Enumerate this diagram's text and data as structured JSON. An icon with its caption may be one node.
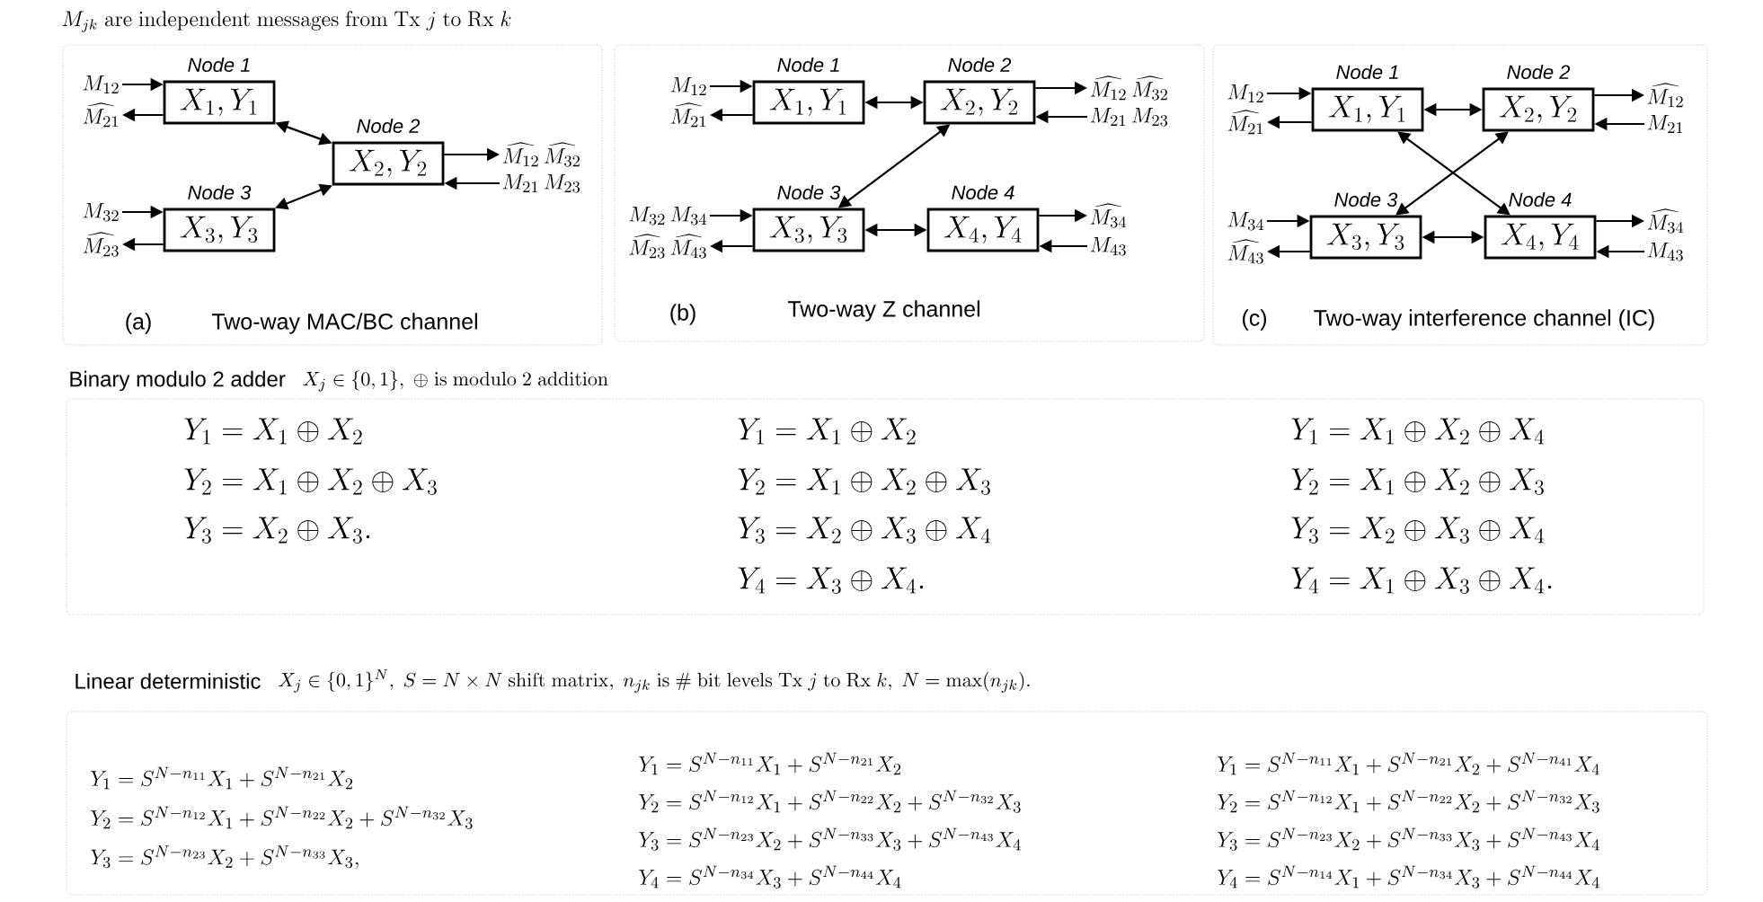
{
  "diagram": {
    "nodes": [
      {
        "text": [
          "(a)",
          "Two-way  MAC/BC channel"
        ]
      },
      {
        "text": [
          "Node 1",
          "X_1, Y_1"
        ],
        "in": 0
      },
      {
        "text": [
          "Node 2",
          "X_2, Y_2"
        ],
        "in": 0
      },
      {
        "text": [
          "Node 3",
          "X_3, Y_3"
        ],
        "in": 0
      },
      {
        "text": [
          "M_{12}"
        ],
        "in": 0
      },
      {
        "text": [
          "\\widehat{M_{21}}"
        ],
        "in": 0
      },
      {
        "text": [
          "\\widehat{M_{12}}\\,\\widehat{M_{32}}"
        ],
        "in": 0
      },
      {
        "text": [
          "M_{21}\\,M_{23}"
        ],
        "in": 0
      },
      {
        "text": [
          "M_{32}"
        ],
        "in": 0
      },
      {
        "text": [
          "\\widehat{M_{23}}"
        ],
        "in": 0
      },
      {
        "text": [
          "(b)",
          "Two-way Z channel"
        ]
      },
      {
        "text": [
          "Node 1",
          "X_1, Y_1"
        ],
        "in": 10
      },
      {
        "text": [
          "Node 2",
          "X_2, Y_2"
        ],
        "in": 10
      },
      {
        "text": [
          "Node 3",
          "X_3, Y_3"
        ],
        "in": 10
      },
      {
        "text": [
          "Node 4",
          "X_4, Y_4"
        ],
        "in": 10
      },
      {
        "text": [
          "M_{12}"
        ],
        "in": 10
      },
      {
        "text": [
          "\\widehat{M_{21}}"
        ],
        "in": 10
      },
      {
        "text": [
          "\\widehat{M_{12}}\\,\\widehat{M_{32}}"
        ],
        "in": 10
      },
      {
        "text": [
          "M_{21}\\,M_{23}"
        ],
        "in": 10
      },
      {
        "text": [
          "M_{32}\\,M_{34}"
        ],
        "in": 10
      },
      {
        "text": [
          "\\widehat{M_{23}}\\,\\widehat{M_{43}}"
        ],
        "in": 10
      },
      {
        "text": [
          "\\widehat{M_{34}}"
        ],
        "in": 10
      },
      {
        "text": [
          "M_{43}"
        ],
        "in": 10
      },
      {
        "text": [
          "(c)",
          "Two-way interference channel (IC)"
        ]
      },
      {
        "text": [
          "Node 1",
          "X_1, Y_1"
        ],
        "in": 23
      },
      {
        "text": [
          "Node 2",
          "X_2, Y_2"
        ],
        "in": 23
      },
      {
        "text": [
          "Node 3",
          "X_3, Y_3"
        ],
        "in": 23
      },
      {
        "text": [
          "Node 4",
          "X_4, Y_4"
        ],
        "in": 23
      },
      {
        "text": [
          "M_{12}"
        ],
        "in": 23
      },
      {
        "text": [
          "\\widehat{M_{21}}"
        ],
        "in": 23
      },
      {
        "text": [
          "\\widehat{M_{12}}"
        ],
        "in": 23
      },
      {
        "text": [
          "M_{21}"
        ],
        "in": 23
      },
      {
        "text": [
          "M_{34}"
        ],
        "in": 23
      },
      {
        "text": [
          "\\widehat{M_{43}}"
        ],
        "in": 23
      },
      {
        "text": [
          "\\widehat{M_{34}}"
        ],
        "in": 23
      },
      {
        "text": [
          "M_{43}"
        ],
        "in": 23
      },
      {
        "beside": [
          "Binary modulo 2 adder",
          "X_j \\in \\{0,1\\},\\ \\oplus\\ \\mathrm{is\\ modulo\\ 2\\ addition}"
        ],
        "text": [
          "Y_1 = X_1 \\oplus X_2",
          "Y_2 = X_1 \\oplus X_2 \\oplus X_3",
          "Y_3 = X_2 \\oplus X_3.",
          "Y_1 = X_1 \\oplus X_2",
          "Y_2 = X_1 \\oplus X_2 \\oplus X_3",
          "Y_3 = X_2 \\oplus X_3 \\oplus X_4",
          "Y_4 = X_3 \\oplus X_4.",
          "Y_1 = X_1 \\oplus X_2 \\oplus X_4",
          "Y_2 = X_1 \\oplus X_2 \\oplus X_3",
          "Y_3 = X_2 \\oplus X_3 \\oplus X_4",
          "Y_4 = X_1 \\oplus X_3 \\oplus X_4."
        ]
      },
      {
        "beside": [
          "Linear deterministic",
          "X_j \\in \\{0,1\\}^N,\\ S = N \\times N\\ \\mathrm{shift\\ matrix},\\ n_{jk}\\ \\mathrm{is}\\ \\#\\ \\mathrm{bit\\ levels\\ Tx}\\ j\\ \\mathrm{to\\ Rx}\\ k,\\ N = \\max(n_{jk})."
        ],
        "text": [
          "Y_1 = S^{N-n_{11}} X_1 + S^{N-n_{21}} X_2",
          "Y_2 = S^{N-n_{12}} X_1 + S^{N-n_{22}} X_2 + S^{N-n_{32}} X_3",
          "Y_3 = S^{N-n_{23}} X_2 + S^{N-n_{33}} X_3,",
          "Y_1 = S^{N-n_{11}} X_1 + S^{N-n_{21}} X_2",
          "Y_2 = S^{N-n_{12}} X_1 + S^{N-n_{22}} X_2 + S^{N-n_{32}} X_3",
          "Y_3 = S^{N-n_{23}} X_2 + S^{N-n_{33}} X_3 + S^{N-n_{43}} X_4",
          "Y_4 = S^{N-n_{34}} X_3 + S^{N-n_{44}} X_4",
          "Y_1 = S^{N-n_{11}} X_1 + S^{N-n_{21}} X_2 + S^{N-n_{41}} X_4",
          "Y_2 = S^{N-n_{12}} X_1 + S^{N-n_{22}} X_2 + S^{N-n_{32}} X_3",
          "Y_3 = S^{N-n_{23}} X_2 + S^{N-n_{33}} X_3 + S^{N-n_{43}} X_4",
          "Y_4 = S^{N-n_{14}} X_1 + S^{N-n_{34}} X_3 + S^{N-n_{44}} X_4"
        ]
      }
    ],
    "edges": [
      {
        "from": 4,
        "to": 1,
        "arrow": "to"
      },
      {
        "from": 1,
        "to": 5,
        "arrow": "to"
      },
      {
        "from": 2,
        "to": 6,
        "arrow": "to"
      },
      {
        "from": 7,
        "to": 2,
        "arrow": "to"
      },
      {
        "from": 8,
        "to": 3,
        "arrow": "to"
      },
      {
        "from": 3,
        "to": 9,
        "arrow": "to"
      },
      {
        "from": 1,
        "to": 2,
        "arrow": "both"
      },
      {
        "from": 3,
        "to": 2,
        "arrow": "both"
      },
      {
        "from": 15,
        "to": 11,
        "arrow": "to"
      },
      {
        "from": 11,
        "to": 16,
        "arrow": "to"
      },
      {
        "from": 12,
        "to": 17,
        "arrow": "to"
      },
      {
        "from": 18,
        "to": 12,
        "arrow": "to"
      },
      {
        "from": 19,
        "to": 13,
        "arrow": "to"
      },
      {
        "from": 13,
        "to": 20,
        "arrow": "to"
      },
      {
        "from": 14,
        "to": 21,
        "arrow": "to"
      },
      {
        "from": 22,
        "to": 14,
        "arrow": "to"
      },
      {
        "from": 11,
        "to": 12,
        "arrow": "both"
      },
      {
        "from": 12,
        "to": 13,
        "arrow": "both"
      },
      {
        "from": 13,
        "to": 14,
        "arrow": "both"
      },
      {
        "from": 28,
        "to": 24,
        "arrow": "to"
      },
      {
        "from": 24,
        "to": 29,
        "arrow": "to"
      },
      {
        "from": 25,
        "to": 30,
        "arrow": "to"
      },
      {
        "from": 31,
        "to": 25,
        "arrow": "to"
      },
      {
        "from": 32,
        "to": 26,
        "arrow": "to"
      },
      {
        "from": 26,
        "to": 33,
        "arrow": "to"
      },
      {
        "from": 27,
        "to": 34,
        "arrow": "to"
      },
      {
        "from": 35,
        "to": 27,
        "arrow": "to"
      },
      {
        "from": 24,
        "to": 25,
        "arrow": "both"
      },
      {
        "from": 24,
        "to": 27,
        "arrow": "both"
      },
      {
        "from": 25,
        "to": 26,
        "arrow": "both"
      },
      {
        "from": 26,
        "to": 27,
        "arrow": "both"
      }
    ],
    "labels": [
      "M_{jk}\\ \\mathrm{are\\ independent\\ messages\\ from\\ Tx}\\ j\\ \\mathrm{to\\ Rx}\\ k"
    ]
  }
}
